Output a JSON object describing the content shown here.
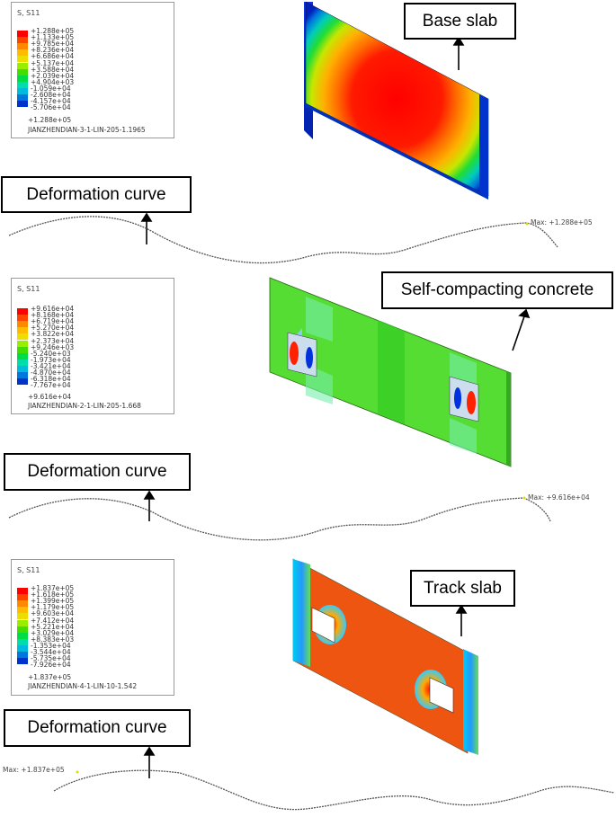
{
  "legends": [
    {
      "title": "S, S11",
      "values": [
        "+1.288e+05",
        "+1.133e+05",
        "+9.785e+04",
        "+8.236e+04",
        "+6.686e+04",
        "+5.137e+04",
        "+3.588e+04",
        "+2.039e+04",
        "+4.904e+03",
        "-1.059e+04",
        "-2.608e+04",
        "-4.157e+04",
        "-5.706e+04"
      ],
      "ref": "+1.288e+05",
      "job": "JIANZHENDIAN-3-1-LIN-205-1.1965"
    },
    {
      "title": "S, S11",
      "values": [
        "+9.616e+04",
        "+8.168e+04",
        "+6.719e+04",
        "+5.270e+04",
        "+3.822e+04",
        "+2.373e+04",
        "+9.246e+03",
        "-5.240e+03",
        "-1.973e+04",
        "-3.421e+04",
        "-4.870e+04",
        "-6.318e+04",
        "-7.767e+04"
      ],
      "ref": "+9.616e+04",
      "job": "JIANZHENDIAN-2-1-LIN-205-1.668"
    },
    {
      "title": "S, S11",
      "values": [
        "+1.837e+05",
        "+1.618e+05",
        "+1.399e+05",
        "+1.179e+05",
        "+9.603e+04",
        "+7.412e+04",
        "+5.221e+04",
        "+3.029e+04",
        "+8.383e+03",
        "-1.353e+04",
        "-3.544e+04",
        "-5.735e+04",
        "-7.926e+04"
      ],
      "ref": "+1.837e+05",
      "job": "JIANZHENDIAN-4-1-LIN-10-1.542"
    }
  ],
  "colors": [
    "#ff0000",
    "#ff4400",
    "#ff8800",
    "#ffbb00",
    "#eedd00",
    "#99ee00",
    "#44dd00",
    "#00dd44",
    "#00ddaa",
    "#00bbdd",
    "#0077dd",
    "#0033cc",
    "#0000bb"
  ],
  "labels": {
    "base_slab": "Base slab",
    "scc": "Self-compacting concrete",
    "track_slab": "Track slab",
    "deformation": "Deformation curve"
  },
  "max_labels": {
    "curve1": "Max: +1.288e+05",
    "curve2": "Max: +9.616e+04",
    "curve3": "Max: +1.837e+05"
  }
}
